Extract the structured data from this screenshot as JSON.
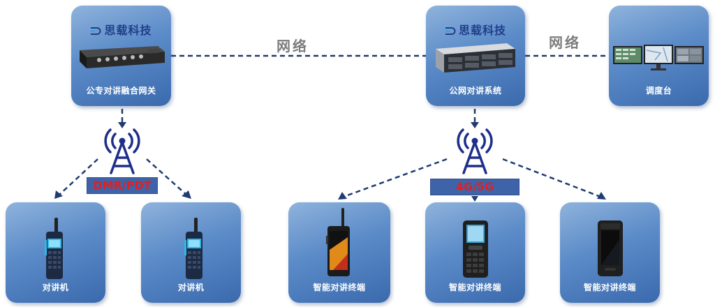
{
  "colors": {
    "card_top": "#8fb3dc",
    "card_bottom": "#3a6aad",
    "link": "#1f3b6f",
    "tower": "#1e2f8a",
    "protocol_text": "#e02020",
    "protocol_box": "#3f63a8",
    "network_label": "#7d7d7d",
    "brand": "#1f3f8a"
  },
  "brand": {
    "name": "思载科技"
  },
  "network_label": "网络",
  "nodes": {
    "gateway": {
      "label": "公专对讲融合网关",
      "brand": "思载科技",
      "icon": "gateway-device-icon"
    },
    "public_system": {
      "label": "公网对讲系统",
      "brand": "思载科技",
      "icon": "rack-server-icon"
    },
    "dispatch": {
      "label": "调度台",
      "icon": "dispatch-monitors-icon"
    },
    "radio_1": {
      "label": "对讲机",
      "icon": "walkie-talkie-icon"
    },
    "radio_2": {
      "label": "对讲机",
      "icon": "walkie-talkie-icon"
    },
    "terminal_1": {
      "label": "智能对讲终端",
      "icon": "rugged-smartphone-icon"
    },
    "terminal_2": {
      "label": "智能对讲终端",
      "icon": "keypad-phone-icon"
    },
    "terminal_3": {
      "label": "智能对讲终端",
      "icon": "touch-terminal-icon"
    }
  },
  "towers": {
    "private": {
      "protocol": "DMR/PDT",
      "icon": "radio-tower-icon"
    },
    "public": {
      "protocol": "4G/5G",
      "icon": "radio-tower-icon"
    }
  }
}
